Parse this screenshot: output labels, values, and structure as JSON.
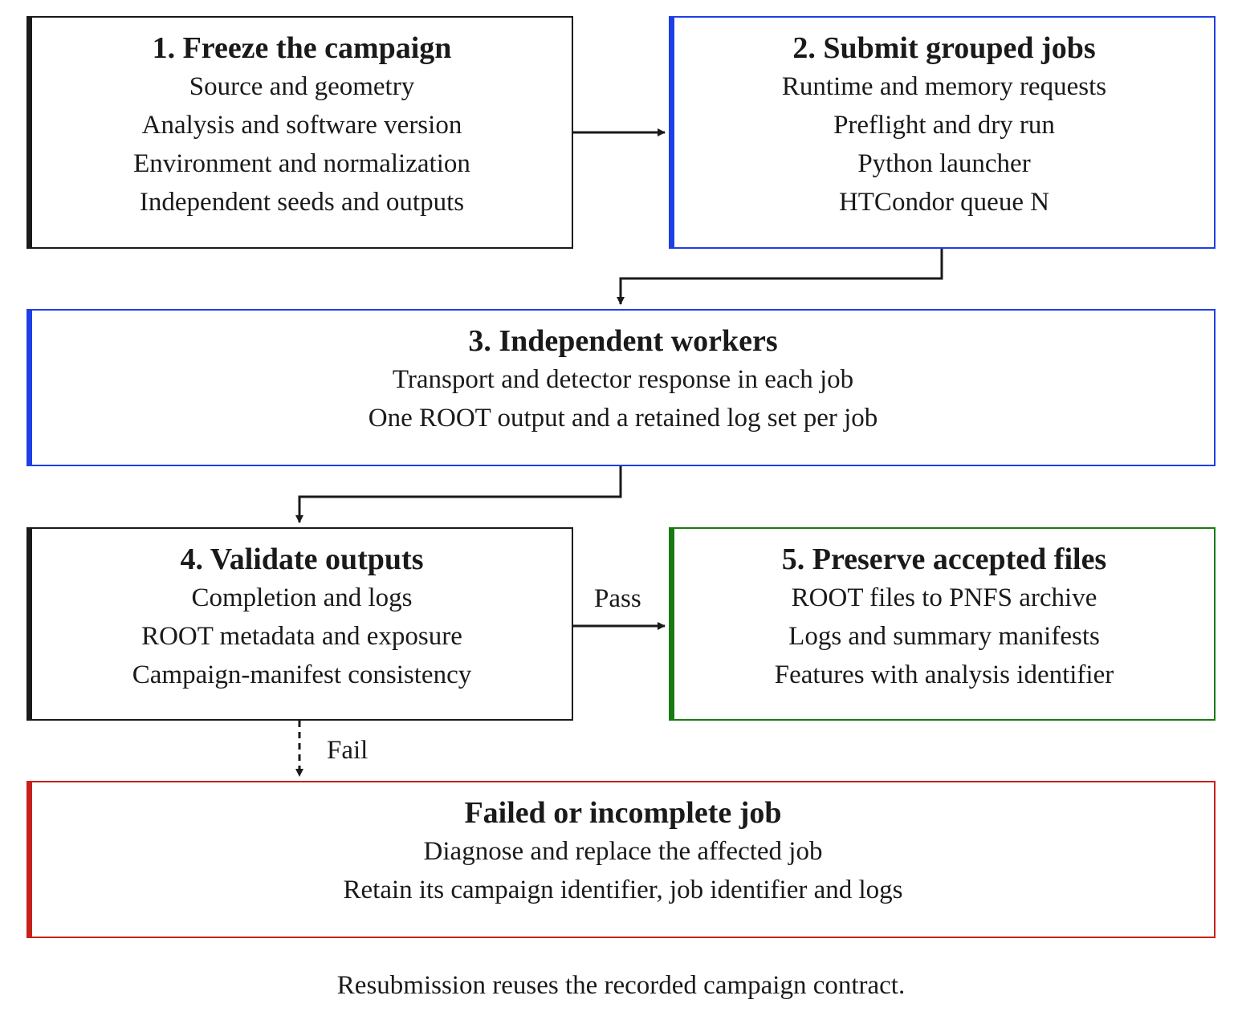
{
  "boxes": {
    "freeze": {
      "title": "1. Freeze the campaign",
      "lines": [
        "Source and geometry",
        "Analysis and software version",
        "Environment and normalization",
        "Independent seeds and outputs"
      ]
    },
    "submit": {
      "title": "2. Submit grouped jobs",
      "lines": [
        "Runtime and memory requests",
        "Preflight and dry run",
        "Python launcher",
        "HTCondor queue N"
      ]
    },
    "workers": {
      "title": "3. Independent workers",
      "lines": [
        "Transport and detector response in each job",
        "One ROOT output and a retained log set per job"
      ]
    },
    "validate": {
      "title": "4. Validate outputs",
      "lines": [
        "Completion and logs",
        "ROOT metadata and exposure",
        "Campaign-manifest consistency"
      ]
    },
    "preserve": {
      "title": "5. Preserve accepted files",
      "lines": [
        "ROOT files to PNFS archive",
        "Logs and summary manifests",
        "Features with analysis identifier"
      ]
    },
    "failed": {
      "title": "Failed or incomplete job",
      "lines": [
        "Diagnose and replace the affected job",
        "Retain its campaign identifier, job identifier and logs"
      ]
    }
  },
  "edges": {
    "pass_label": "Pass",
    "fail_label": "Fail"
  },
  "note": "Resubmission reuses the recorded campaign contract.",
  "colors": {
    "neutral": "#1a1a1a",
    "submit_workers": "#1f3fe6",
    "accepted": "#1a7a12",
    "failure": "#c8201a"
  }
}
